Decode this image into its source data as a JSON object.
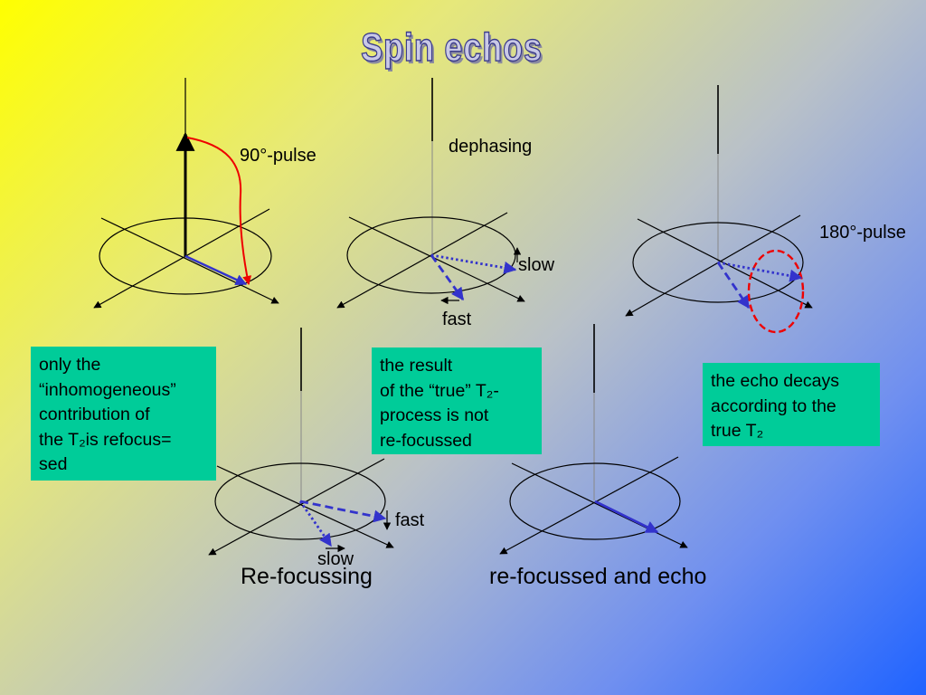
{
  "title": "Spin echos",
  "labels": {
    "pulse90": "90°-pulse",
    "dephasing": "dephasing",
    "slow_top": "slow",
    "fast_top": "fast",
    "pulse180": "180°-pulse",
    "fast_bottom": "fast",
    "slow_bottom": "slow"
  },
  "captions": {
    "refocussing": "Re-focussing",
    "echo": "re-focussed and echo"
  },
  "notes": {
    "inhomogeneous": [
      "only the",
      "“inhomogeneous”",
      "contribution of",
      "the T₂is refocus=",
      "sed"
    ],
    "true_t2": [
      "the result",
      "of the “true” T₂-",
      "process is not",
      "re-focussed"
    ],
    "decay": [
      "the echo decays",
      "according to the",
      "true T₂"
    ]
  },
  "colors": {
    "spin_vector": "#3333cc",
    "pulse_path": "#ee0000",
    "note_background": "#00cc99",
    "axes": "#000000"
  }
}
